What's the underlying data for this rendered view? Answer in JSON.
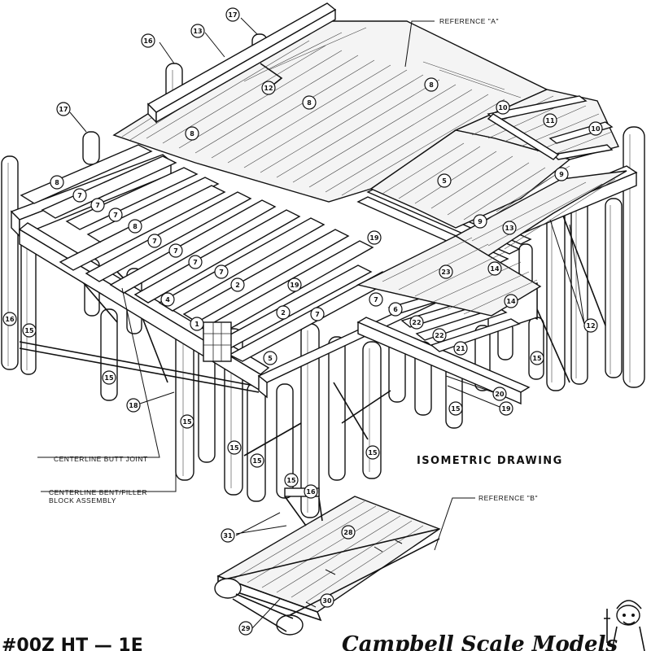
{
  "diagram": {
    "title": "ISOMETRIC DRAWING",
    "references": {
      "a": "REFERENCE \"A\"",
      "b": "REFERENCE \"B\""
    },
    "notes": {
      "butt_joint": "CENTERLINE BUTT JOINT",
      "bent_line1": "CENTERLINE BENT/FILLER",
      "bent_line2": "BLOCK ASSEMBLY"
    },
    "footer": {
      "code": "#00Z HT —  1E",
      "brand": "Campbell Scale Models"
    }
  }
}
